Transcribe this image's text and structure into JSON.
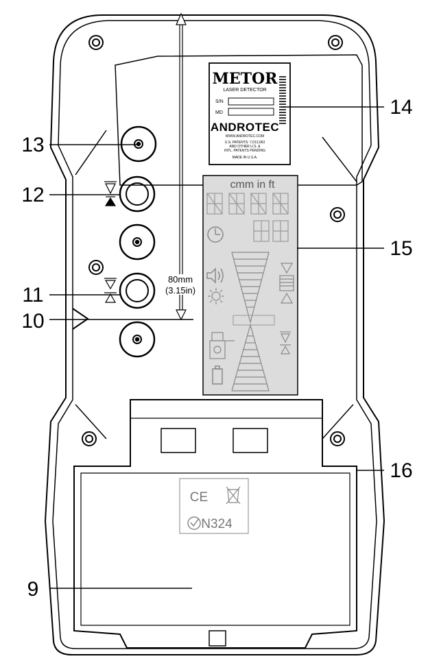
{
  "callouts": [
    {
      "number": "13",
      "target": "top-button"
    },
    {
      "number": "12",
      "target": "accuracy-button-upper"
    },
    {
      "number": "11",
      "target": "accuracy-button-lower"
    },
    {
      "number": "10",
      "target": "reference-notch"
    },
    {
      "number": "14",
      "target": "serial-label"
    },
    {
      "number": "15",
      "target": "lcd-display"
    },
    {
      "number": "16",
      "target": "rubber-housing"
    },
    {
      "number": "9",
      "target": "battery-cover"
    }
  ],
  "serial_label": {
    "brand": "METOR",
    "product": "LASER DETECTOR",
    "sn_label": "S/N",
    "md_label": "MD",
    "maker": "ANDROTEC",
    "website": "WWW.ANDROTEC.COM",
    "patents_line1": "U.S. PATENTS: 7,013,063",
    "patents_line2": "AND OTHER U.S. &",
    "patents_line3": "INTL. PATENTS PENDING",
    "made_in": "MADE IN U.S.A."
  },
  "lcd": {
    "units": "cmm in ft"
  },
  "dimension": {
    "metric": "80mm",
    "imperial": "(3.15in)"
  },
  "battery_cover": {
    "ce_mark": "CE",
    "rcm_code": "N324"
  },
  "colors": {
    "outline": "#000000",
    "lcd_fill": "#dcdcdc",
    "cert_grey": "#777777"
  }
}
